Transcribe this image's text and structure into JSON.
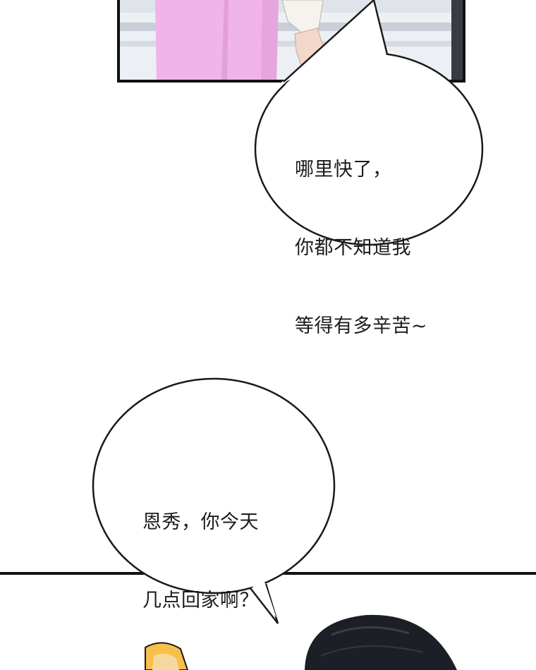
{
  "comic": {
    "bubble_1": {
      "lines": [
        "哪里快了，",
        "你都不知道我",
        "等得有多辛苦~"
      ]
    },
    "bubble_2": {
      "lines": [
        "恩秀，你今天",
        "几点回家啊？"
      ]
    }
  },
  "colors": {
    "pink_outfit": "#f0b4e8",
    "dark_hair": "#1d1f27",
    "panel_border": "#111111",
    "bubble_outline": "#1a1a1a"
  }
}
